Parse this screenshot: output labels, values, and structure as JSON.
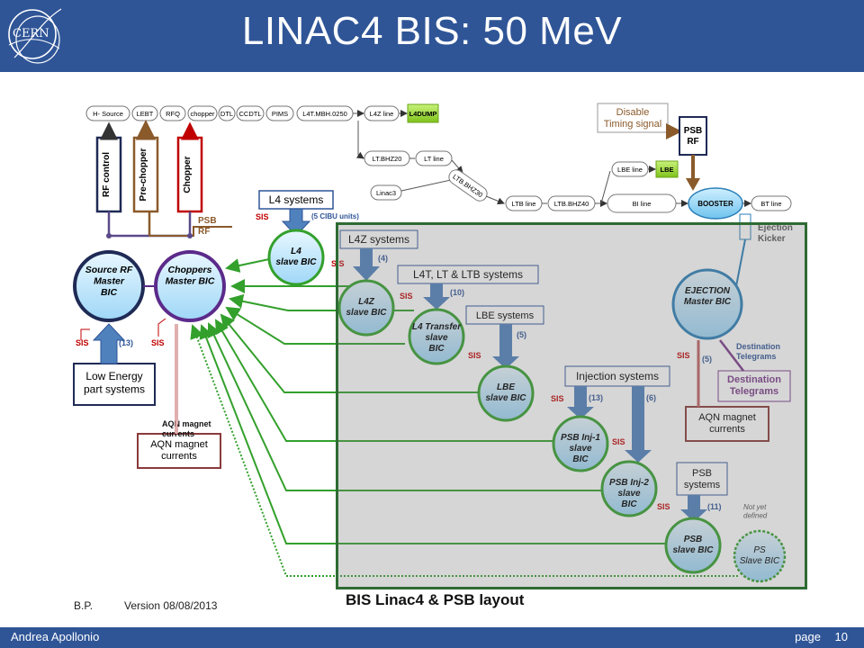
{
  "slide": {
    "title": "LINAC4 BIS: 50 MeV",
    "logo_text": "CERN",
    "footer_author": "Andrea Apollonio",
    "footer_page_label": "page",
    "footer_page_number": "10",
    "author_initials": "B.P.",
    "version": "Version 08/08/2013",
    "layout_caption": "BIS Linac4 & PSB layout"
  },
  "beamline": {
    "top_row": [
      "H- Source",
      "LEBT",
      "RFQ",
      "chopper",
      "DTL",
      "CCDTL",
      "PIMS",
      "L4T.MBH.0250",
      "L4Z line",
      "L4DUMP"
    ],
    "lt_row": [
      "LT.BHZ20",
      "LT line"
    ],
    "ltb_row": [
      "Linac3",
      "LTB.BHZ30"
    ],
    "psb_row": [
      "LTB line",
      "LTB.BHZ40",
      "BI line",
      "BOOSTER",
      "BT line"
    ],
    "lbe_row": [
      "LBE line",
      "LBE"
    ],
    "disable_timing": "Disable Timing signal",
    "psb_rf": "PSB RF",
    "ejection_kicker": "Ejection Kicker"
  },
  "signals": {
    "rf_control": "RF control",
    "pre_chopper": "Pre-chopper",
    "chopper": "Chopper",
    "to_psb_rf": "to PSB RF"
  },
  "bics": {
    "source_rf": "Source RF Master BIC",
    "choppers": "Choppers Master BIC",
    "l4": "L4 slave BIC",
    "l4z": "L4Z slave BIC",
    "l4_transfer": "L4 Transfer slave BIC",
    "lbe": "LBE slave BIC",
    "psb_inj1": "PSB Inj-1 slave BIC",
    "psb_inj2": "PSB Inj-2 slave BIC",
    "psb": "PSB slave BIC",
    "ps": "PS Slave BIC",
    "ejection": "EJECTION Master BIC"
  },
  "systems": {
    "low_energy": "Low Energy part systems",
    "aqn_left": "AQN magnet currents",
    "l4_systems": "L4 systems",
    "cibu_units": "(5 CIBU units)",
    "l4z_systems": "L4Z systems",
    "l4t_systems": "L4T, LT & LTB systems",
    "lbe_systems": "LBE systems",
    "injection_systems": "Injection systems",
    "psb_systems": "PSB systems",
    "aqn_right": "AQN magnet currents",
    "destination": "Destination Telegrams",
    "not_yet_defined": "Not yet defined"
  },
  "labels": {
    "sis": "SIS",
    "count_13": "(13)",
    "count_4": "(4)",
    "count_10": "(10)",
    "count_5": "(5)",
    "count_6": "(6)",
    "count_11": "(11)"
  },
  "colors": {
    "header": "#2f5597",
    "rf_control": "#1f2a55",
    "pre_chopper": "#8a5a2b",
    "chopper": "#c00000",
    "green_link": "#33a02c",
    "bic_fill": "#bfe6ff",
    "overlay_border": "#2e6b33"
  }
}
